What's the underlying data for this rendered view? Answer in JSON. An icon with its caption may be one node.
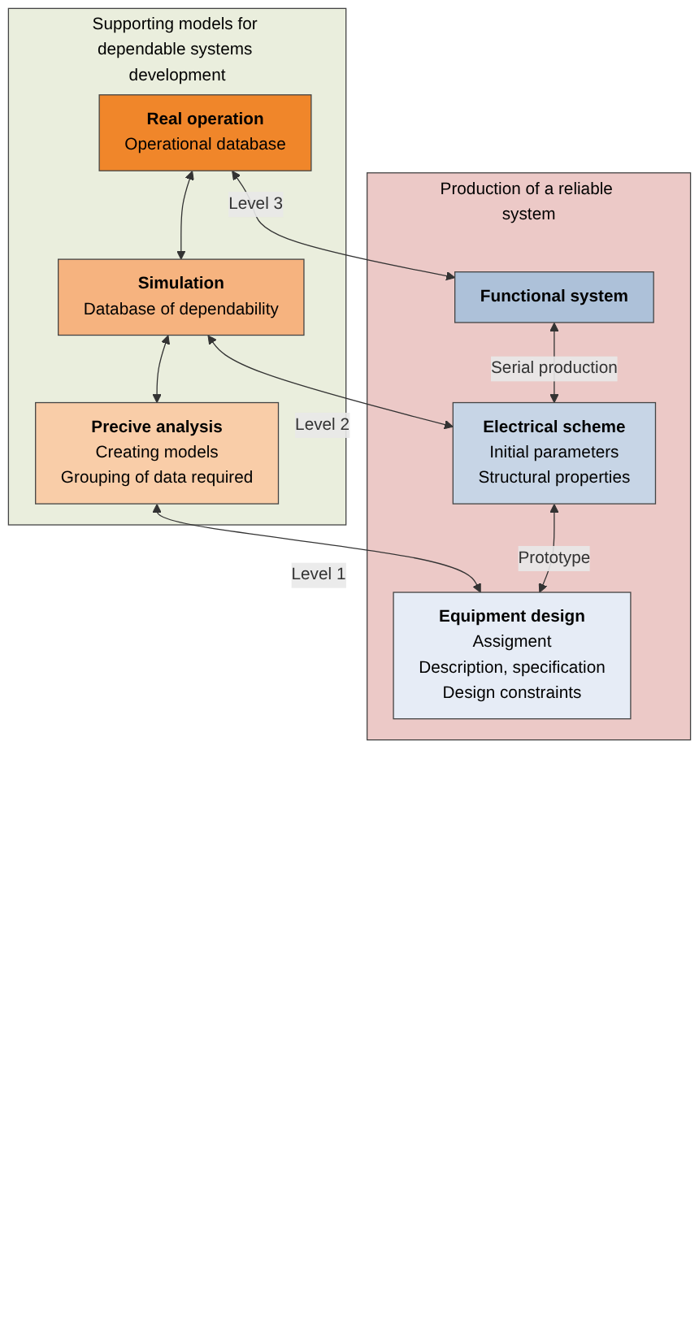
{
  "diagram": {
    "nodes": [
      {
        "text": [
          "Supporting models for dependable systems development"
        ]
      },
      {
        "text": [
          "Real operation",
          "Operational database"
        ],
        "in": 0
      },
      {
        "text": [
          "Simulation",
          "Database of dependability"
        ],
        "in": 0
      },
      {
        "text": [
          "Precive analysis",
          "Creating models",
          "Grouping of data required"
        ],
        "in": 0
      },
      {
        "text": [
          "Production of a reliable system"
        ]
      },
      {
        "text": [
          "Functional system"
        ],
        "in": 4
      },
      {
        "text": [
          "Electrical scheme",
          "Initial parameters",
          "Structural properties"
        ],
        "in": 4
      },
      {
        "text": [
          "Equipment design",
          "Assigment",
          "Description, specification",
          "Design constraints"
        ],
        "in": 4
      }
    ],
    "edges": [
      {
        "from": 1,
        "to": 2,
        "arrow": "both"
      },
      {
        "from": 2,
        "to": 3,
        "arrow": "both"
      },
      {
        "from": 3,
        "to": 7,
        "arrow": "both",
        "label": "Level 1"
      },
      {
        "from": 2,
        "to": 6,
        "arrow": "both",
        "label": "Level 2"
      },
      {
        "from": 1,
        "to": 5,
        "arrow": "both",
        "label": "Level 3"
      },
      {
        "from": 5,
        "to": 6,
        "arrow": "both",
        "label": "Serial production"
      },
      {
        "from": 6,
        "to": 7,
        "arrow": "both",
        "label": "Prototype"
      }
    ]
  }
}
